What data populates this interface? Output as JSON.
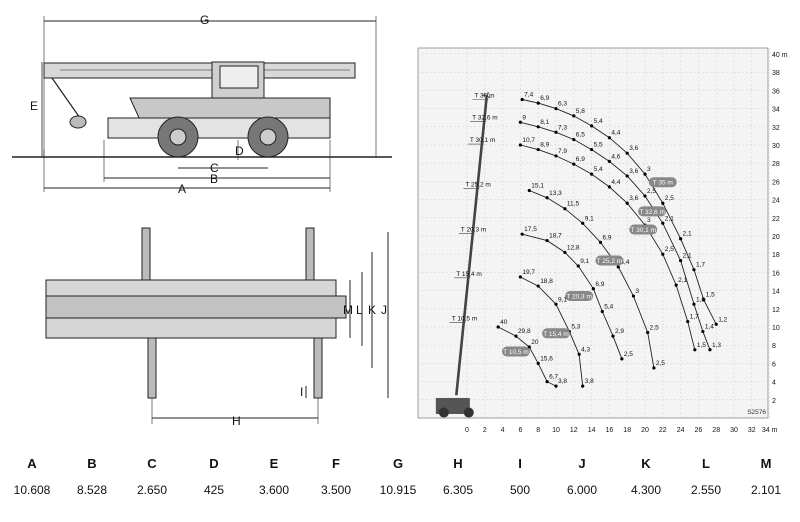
{
  "side_view": {
    "dim_labels": [
      "G",
      "E",
      "C",
      "B",
      "A",
      "D"
    ]
  },
  "top_view": {
    "dim_labels": [
      "M",
      "L",
      "K",
      "J",
      "H",
      "I"
    ]
  },
  "load_chart": {
    "tip_heights": [
      "T 35 m",
      "T 32,6 m",
      "T 30,1 m",
      "T 25,2 m",
      "T 20,3 m",
      "T 15,4 m",
      "T 10,5 m"
    ],
    "boom_badges": [
      "T 35 m",
      "T 32,6 m",
      "T 30,1 m",
      "T 25,2 m",
      "T 20,3 m",
      "T 15,4 m",
      "T 10,5 m"
    ],
    "x_ticks": [
      "0",
      "2",
      "4",
      "6",
      "8",
      "10",
      "12",
      "14",
      "16",
      "18",
      "20",
      "22",
      "24",
      "26",
      "28",
      "30",
      "32",
      "34 m"
    ],
    "y_ticks": [
      "40 m",
      "38",
      "36",
      "34",
      "32",
      "30",
      "28",
      "26",
      "24",
      "22",
      "20",
      "18",
      "16",
      "14",
      "12",
      "10",
      "8",
      "6",
      "4",
      "2"
    ],
    "code": "S2576",
    "curves": [
      {
        "boom": "T 35 m",
        "points": [
          [
            "7,4",
            6.2,
            35.0
          ],
          [
            "6,9",
            8.0,
            34.6
          ],
          [
            "6,3",
            10.0,
            34.0
          ],
          [
            "5,8",
            12.0,
            33.2
          ],
          [
            "5,4",
            14.0,
            32.1
          ],
          [
            "4,4",
            16.0,
            30.8
          ],
          [
            "3,6",
            18.0,
            29.1
          ],
          [
            "3",
            20.0,
            26.8
          ],
          [
            "2,5",
            22.0,
            23.6
          ],
          [
            "2,1",
            24.0,
            19.7
          ],
          [
            "1,7",
            25.5,
            16.3
          ],
          [
            "1,5",
            26.6,
            13.0
          ],
          [
            "1,2",
            28.0,
            10.3
          ]
        ]
      },
      {
        "boom": "T 32,6 m",
        "points": [
          [
            "9",
            6.0,
            32.5
          ],
          [
            "8,1",
            8.0,
            32.0
          ],
          [
            "7,3",
            10.0,
            31.4
          ],
          [
            "6,5",
            12.0,
            30.6
          ],
          [
            "5,5",
            14.0,
            29.5
          ],
          [
            "4,6",
            16.0,
            28.2
          ],
          [
            "3,6",
            18.0,
            26.6
          ],
          [
            "2,5",
            20.0,
            24.4
          ],
          [
            "2,1",
            22.0,
            21.4
          ],
          [
            "2,1",
            24.0,
            17.3
          ],
          [
            "1,8",
            25.5,
            12.5
          ],
          [
            "1,4",
            26.5,
            9.5
          ],
          [
            "1,3",
            27.3,
            7.5
          ]
        ]
      },
      {
        "boom": "T 30,1 m",
        "points": [
          [
            "10,7",
            6.0,
            30.0
          ],
          [
            "8,9",
            8.0,
            29.5
          ],
          [
            "7,9",
            10.0,
            28.8
          ],
          [
            "6,9",
            12.0,
            27.9
          ],
          [
            "5,4",
            14.0,
            26.8
          ],
          [
            "4,4",
            16.0,
            25.4
          ],
          [
            "3,6",
            18.0,
            23.6
          ],
          [
            "3",
            20.0,
            21.2
          ],
          [
            "2,5",
            22.0,
            18.0
          ],
          [
            "2,1",
            23.5,
            14.6
          ],
          [
            "1,7",
            24.8,
            10.6
          ],
          [
            "1,5",
            25.6,
            7.5
          ]
        ]
      },
      {
        "boom": "T 25,2 m",
        "points": [
          [
            "15,1",
            7.0,
            25.0
          ],
          [
            "13,3",
            9.0,
            24.2
          ],
          [
            "11,5",
            11.0,
            23.0
          ],
          [
            "9,1",
            13.0,
            21.4
          ],
          [
            "6,9",
            15.0,
            19.3
          ],
          [
            "5,4",
            17.0,
            16.6
          ],
          [
            "3",
            18.7,
            13.4
          ],
          [
            "2,5",
            20.3,
            9.4
          ],
          [
            "2,5",
            21.0,
            5.5
          ]
        ]
      },
      {
        "boom": "T 20,3 m",
        "points": [
          [
            "17,5",
            6.2,
            20.2
          ],
          [
            "18,7",
            9.0,
            19.5
          ],
          [
            "12,8",
            11.0,
            18.2
          ],
          [
            "9,1",
            12.5,
            16.7
          ],
          [
            "6,9",
            14.2,
            14.2
          ],
          [
            "5,4",
            15.2,
            11.7
          ],
          [
            "2,9",
            16.4,
            9.0
          ],
          [
            "2,5",
            17.4,
            6.5
          ]
        ]
      },
      {
        "boom": "T 15,4 m",
        "points": [
          [
            "19,7",
            6.0,
            15.5
          ],
          [
            "18,8",
            8.0,
            14.5
          ],
          [
            "9,1",
            10.0,
            12.5
          ],
          [
            "5,3",
            11.5,
            9.5
          ],
          [
            "4,3",
            12.6,
            7.0
          ],
          [
            "3,8",
            13.0,
            3.5
          ]
        ]
      },
      {
        "boom": "T 10,5 m",
        "points": [
          [
            "40",
            3.5,
            10.0
          ],
          [
            "29,8",
            5.5,
            9.0
          ],
          [
            "20",
            7.0,
            7.8
          ],
          [
            "15,6",
            8.0,
            6.0
          ],
          [
            "6,7",
            9.0,
            4.0
          ],
          [
            "3,8",
            10.0,
            3.5
          ]
        ]
      }
    ]
  },
  "dimensions": [
    {
      "letter": "A",
      "value": "10.608"
    },
    {
      "letter": "B",
      "value": "8.528"
    },
    {
      "letter": "C",
      "value": "2.650"
    },
    {
      "letter": "D",
      "value": "425"
    },
    {
      "letter": "E",
      "value": "3.600"
    },
    {
      "letter": "F",
      "value": "3.500"
    },
    {
      "letter": "G",
      "value": "10.915"
    },
    {
      "letter": "H",
      "value": "6.305"
    },
    {
      "letter": "I",
      "value": "500"
    },
    {
      "letter": "J",
      "value": "6.000"
    },
    {
      "letter": "K",
      "value": "4.300"
    },
    {
      "letter": "L",
      "value": "2.550"
    },
    {
      "letter": "M",
      "value": "2.101"
    }
  ]
}
